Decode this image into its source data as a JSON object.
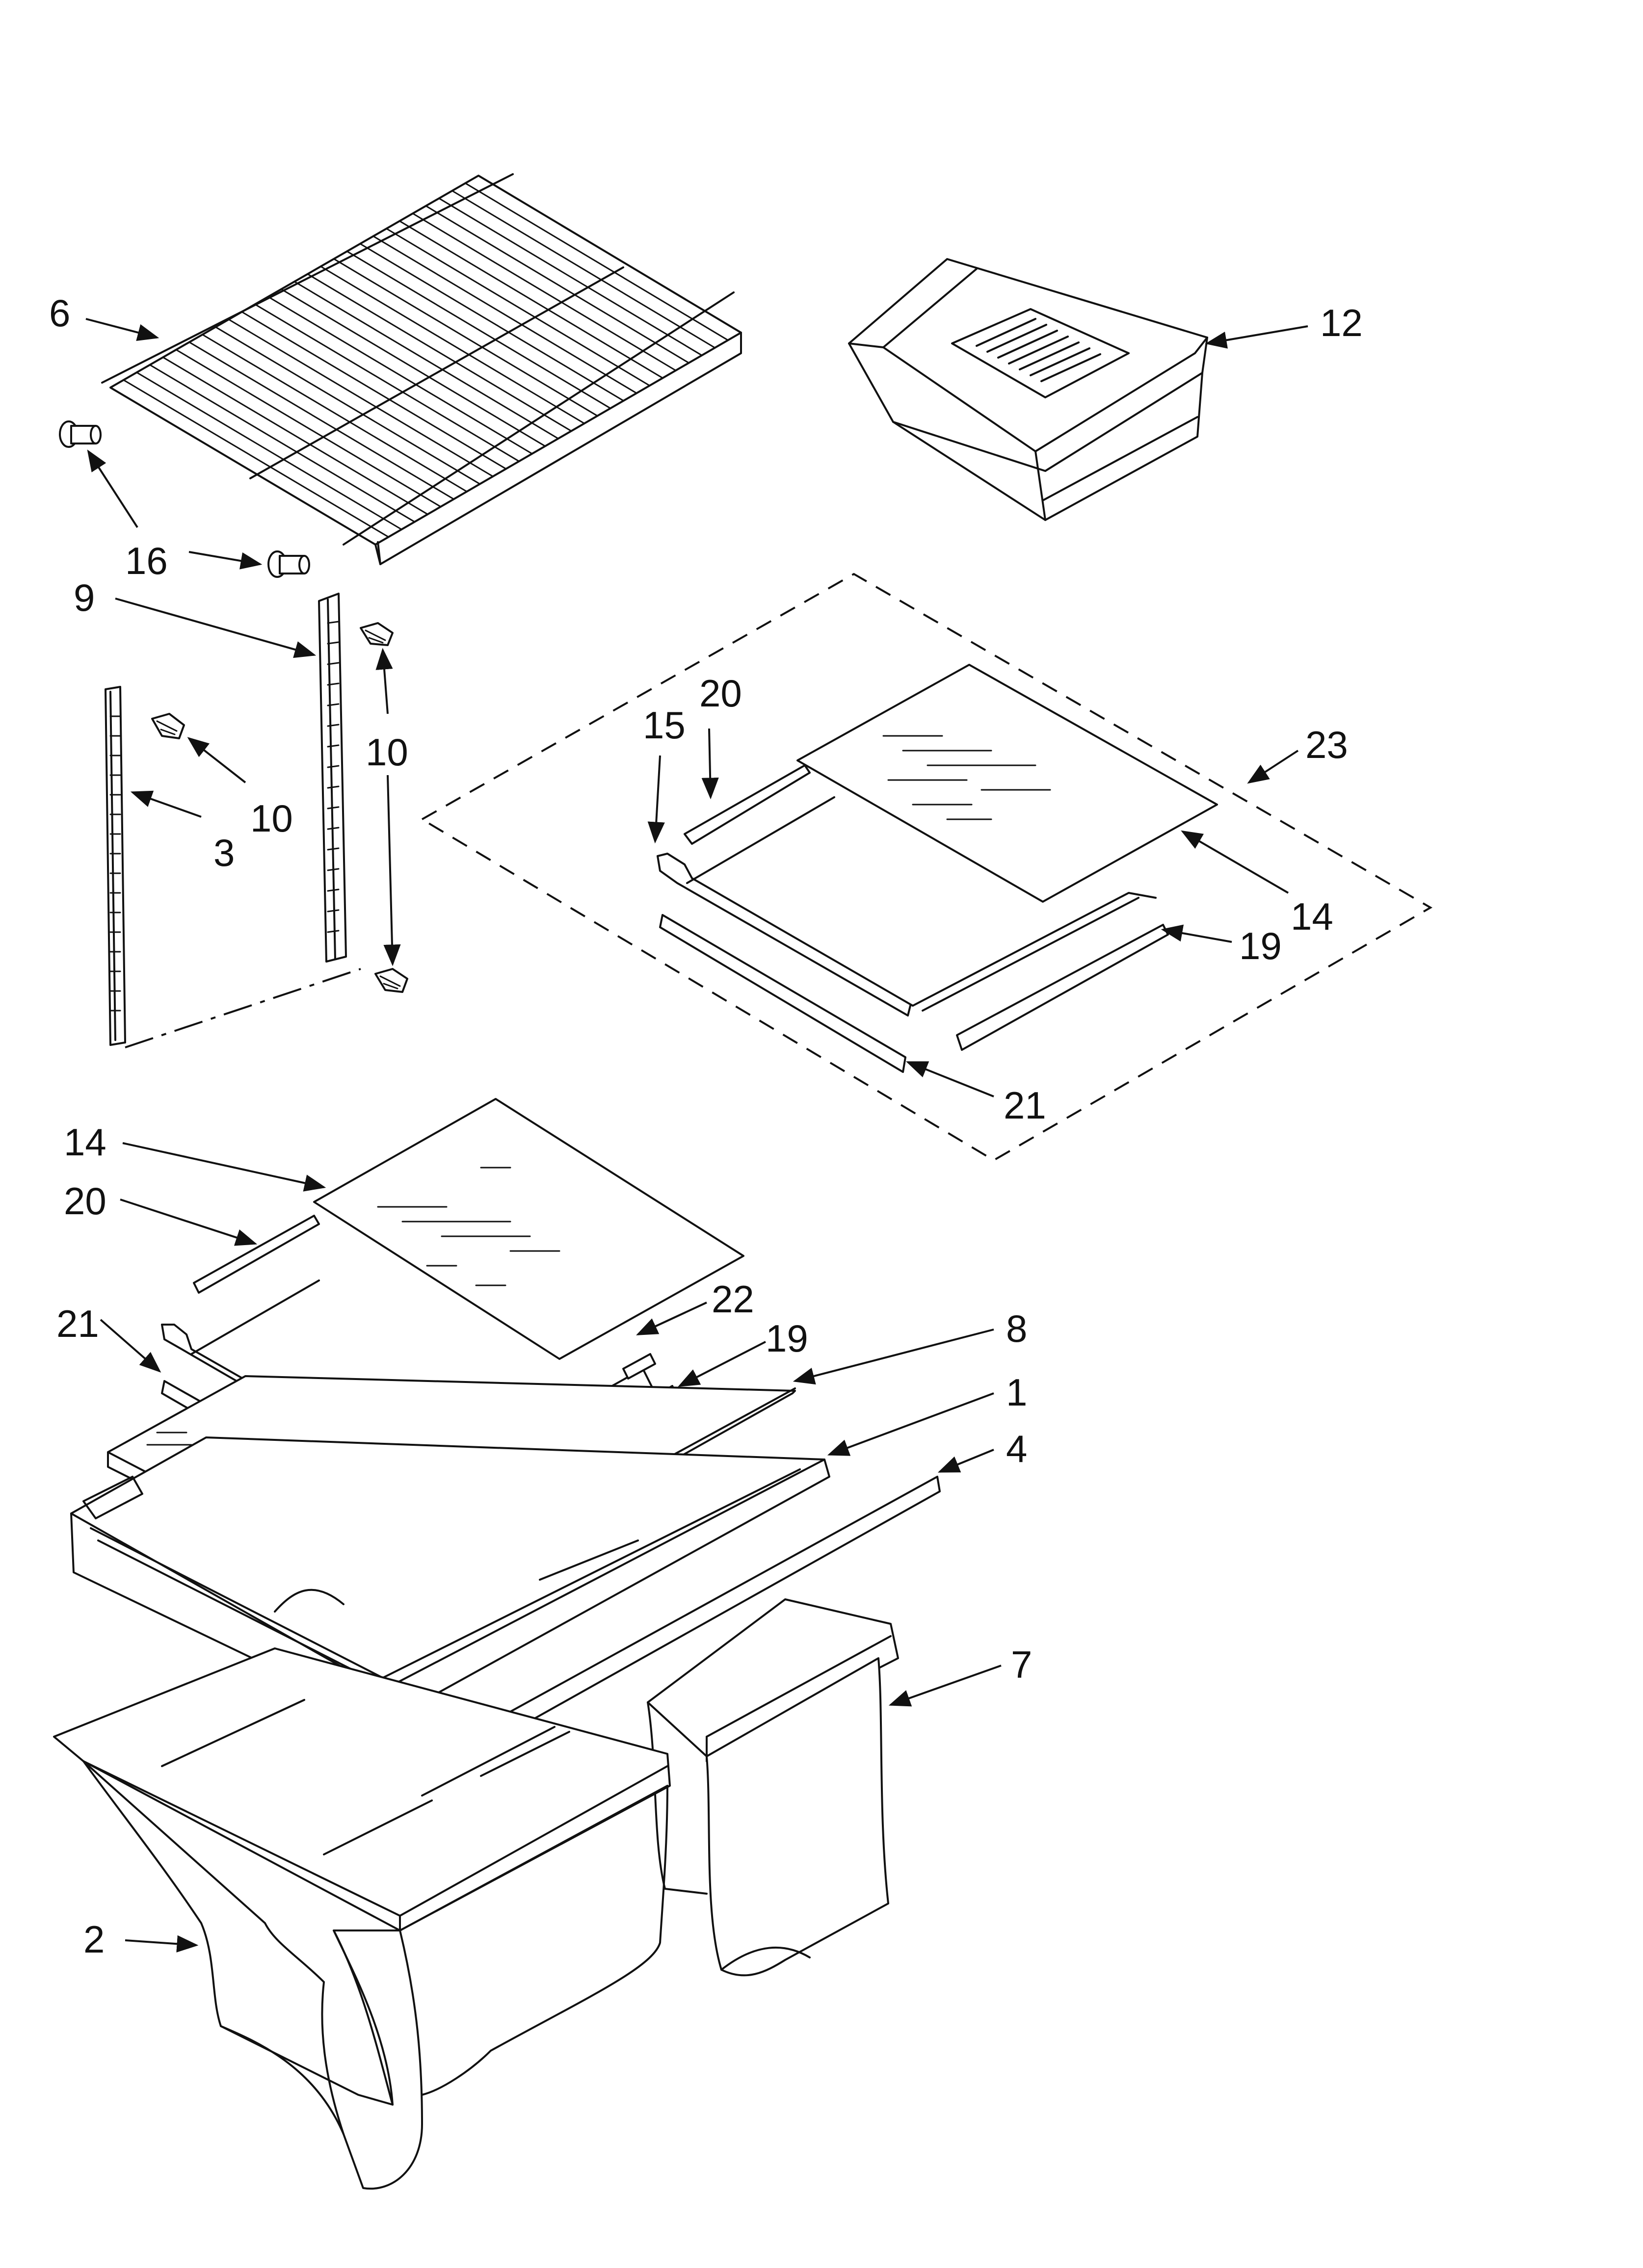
{
  "diagram": {
    "callouts": [
      {
        "id": "6",
        "text": "6"
      },
      {
        "id": "16",
        "text": "16"
      },
      {
        "id": "9",
        "text": "9"
      },
      {
        "id": "10a",
        "text": "10"
      },
      {
        "id": "10b",
        "text": "10"
      },
      {
        "id": "3",
        "text": "3"
      },
      {
        "id": "12",
        "text": "12"
      },
      {
        "id": "20a",
        "text": "20"
      },
      {
        "id": "15",
        "text": "15"
      },
      {
        "id": "23",
        "text": "23"
      },
      {
        "id": "14a",
        "text": "14"
      },
      {
        "id": "19a",
        "text": "19"
      },
      {
        "id": "21a",
        "text": "21"
      },
      {
        "id": "14b",
        "text": "14"
      },
      {
        "id": "20b",
        "text": "20"
      },
      {
        "id": "22",
        "text": "22"
      },
      {
        "id": "21b",
        "text": "21"
      },
      {
        "id": "19b",
        "text": "19"
      },
      {
        "id": "8",
        "text": "8"
      },
      {
        "id": "1",
        "text": "1"
      },
      {
        "id": "4",
        "text": "4"
      },
      {
        "id": "7",
        "text": "7"
      },
      {
        "id": "2",
        "text": "2"
      }
    ]
  }
}
